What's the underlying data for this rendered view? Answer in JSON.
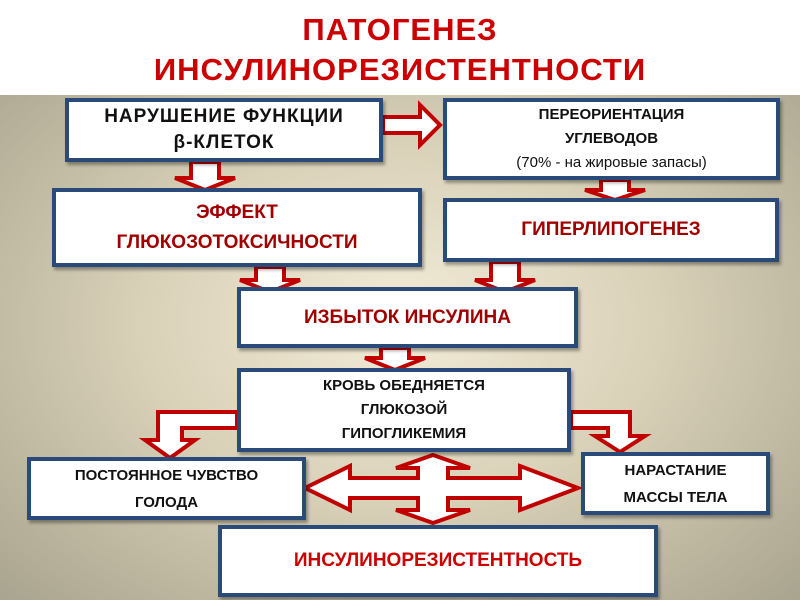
{
  "title": {
    "line1": "ПАТОГЕНЕЗ",
    "line2": "ИНСУЛИНОРЕЗИСТЕНТНОСТИ"
  },
  "boxes": {
    "beta_cells": {
      "line1": "НАРУШЕНИЕ ФУНКЦИИ",
      "line2": "β-КЛЕТОК"
    },
    "reorientation": {
      "line1": "ПЕРЕОРИЕНТАЦИЯ",
      "line2": "УГЛЕВОДОВ",
      "line3": "(70% - на жировые запасы)"
    },
    "glucotoxicity": {
      "line1": "ЭФФЕКТ",
      "line2": "ГЛЮКОЗОТОКСИЧНОСТИ"
    },
    "hyperlipogenesis": {
      "line1": "ГИПЕРЛИПОГЕНЕЗ"
    },
    "excess_insulin": {
      "line1": "ИЗБЫТОК ИНСУЛИНА"
    },
    "blood": {
      "line1": "КРОВЬ ОБЕДНЯЕТСЯ",
      "line2": "ГЛЮКОЗОЙ",
      "line3": "ГИПОГЛИКЕМИЯ"
    },
    "hunger": {
      "line1": "ПОСТОЯННОЕ ЧУВСТВО",
      "line2": "ГОЛОДА"
    },
    "weight": {
      "line1": "НАРАСТАНИЕ",
      "line2": "МАССЫ ТЕЛА"
    },
    "resistance": {
      "line1": "ИНСУЛИНОРЕЗИСТЕНТНОСТЬ"
    }
  },
  "colors": {
    "title": "#cc0000",
    "box_border": "#2a4a7a",
    "arrow": "#c00000",
    "emphasis_text": "#a00000"
  }
}
